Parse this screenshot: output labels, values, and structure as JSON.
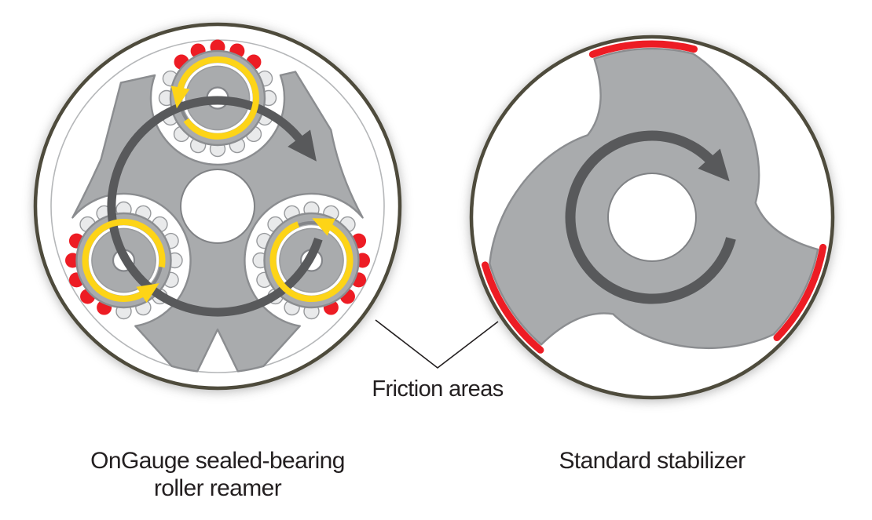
{
  "figure": {
    "annotation": {
      "friction_label": "Friction areas"
    },
    "left": {
      "caption_line1": "OnGauge sealed-bearing",
      "caption_line2": "roller reamer",
      "roller_count": 3,
      "body_rotation": "clockwise",
      "roller_rotation": "counterclockwise"
    },
    "right": {
      "caption": "Standard stabilizer",
      "friction_area_count": 3,
      "body_rotation": "clockwise"
    },
    "colors": {
      "rim_olive": "#4e4b3c",
      "body_gray": "#a9abad",
      "body_outline": "#8b8d90",
      "rotation_arrow_gray": "#58595b",
      "roller_yellow": "#fdd417",
      "friction_red": "#ed1c24",
      "ball_fill": "#e9eaeb",
      "text": "#231f20",
      "background": "#ffffff"
    }
  }
}
